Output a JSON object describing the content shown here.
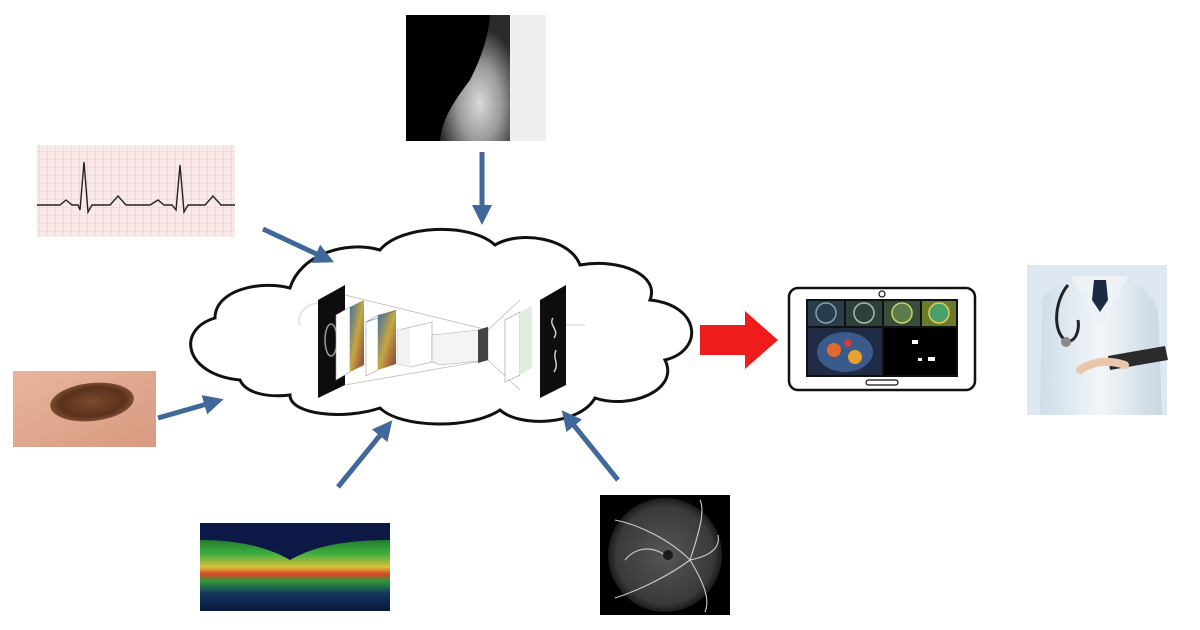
{
  "diagram": {
    "inputs": [
      {
        "id": "mammogram",
        "icon": "mammogram-xray-image"
      },
      {
        "id": "ecg",
        "icon": "ecg-trace-image"
      },
      {
        "id": "skin-lesion",
        "icon": "skin-lesion-photo"
      },
      {
        "id": "oct",
        "icon": "retina-oct-scan-image"
      },
      {
        "id": "fundus",
        "icon": "fundus-angiography-image"
      }
    ],
    "center": {
      "icon": "cloud-cnn-model"
    },
    "output": {
      "icon": "tablet-segmentation-results",
      "arrow_color": "#ee1c1c"
    },
    "end_user": {
      "icon": "doctor-with-tablet-photo"
    },
    "colors": {
      "arrow": "#41689a",
      "output_arrow": "#ee1c1c",
      "cloud_stroke": "#111111"
    }
  }
}
